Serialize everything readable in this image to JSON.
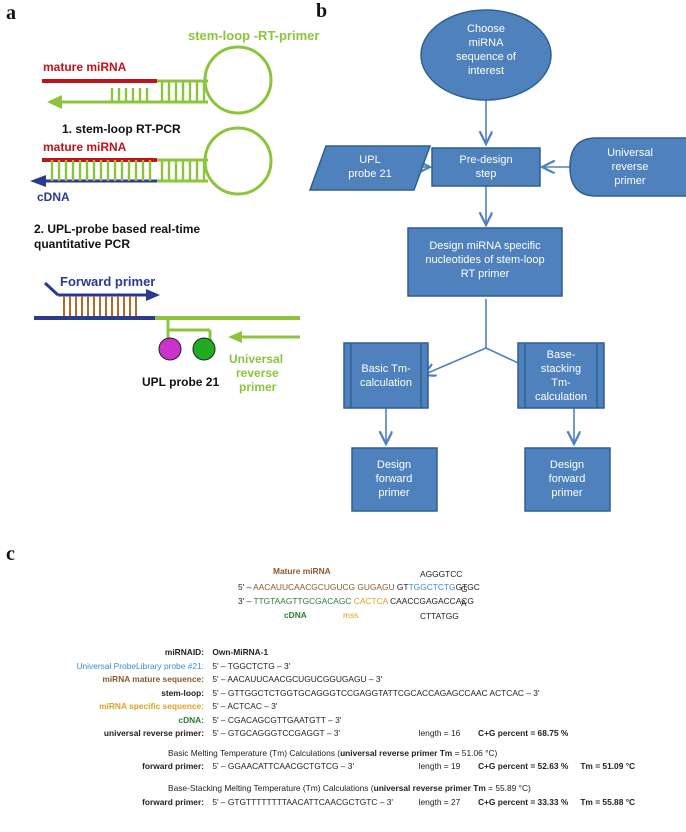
{
  "panels": {
    "a": "a",
    "b": "b",
    "c": "c"
  },
  "colors": {
    "red": "#c0141c",
    "green": "#8cc43c",
    "navy": "#2b3a8c",
    "flow_fill": "#4f81bd",
    "flow_stroke": "#2e5f93",
    "probe_pink": "#cc33cc",
    "probe_green": "#22aa22",
    "brown": "#8b5a2b",
    "blue_seq": "#3a8fd0",
    "orange_seq": "#e0a020",
    "dkgreen": "#2e7d32"
  },
  "panel_a": {
    "stem_loop_label": "stem-loop -RT-primer",
    "mature_mirna_1": "mature miRNA",
    "step1": "1. stem-loop RT-PCR",
    "mature_mirna_2": "mature miRNA",
    "cdna": "cDNA",
    "step2_line1": "2. UPL-probe based real-time",
    "step2_line2": "quantitative PCR",
    "forward_primer": "Forward primer",
    "upl_probe": "UPL probe 21",
    "universal_1": "Universal",
    "universal_2": "reverse",
    "universal_3": "primer"
  },
  "panel_b": {
    "start": [
      "Choose",
      "miRNA",
      "sequence of",
      "interest"
    ],
    "upl": [
      "UPL",
      "probe 21"
    ],
    "predesign": [
      "Pre-design",
      "step"
    ],
    "universal": [
      "Universal",
      "reverse",
      "primer"
    ],
    "design": [
      "Design  miRNA specific",
      "nucleotides of stem-loop",
      "RT primer"
    ],
    "basic": [
      "Basic Tm-",
      "calculation"
    ],
    "stacking": [
      "Base-",
      "stacking",
      "Tm-",
      "calculation"
    ],
    "fwd_left": [
      "Design",
      "forward",
      "primer"
    ],
    "fwd_right": [
      "Design",
      "forward",
      "primer"
    ]
  },
  "panel_c": {
    "diagram": {
      "mature_mirna": "Mature miRNA",
      "loop_top": "AGGGTCC",
      "loop_g": "G",
      "loop_a": "A",
      "loop_bottom": "CTTATGG",
      "prefix5": "5' –",
      "seq_top_brown": "AACAUUCAACGCUGUCG GUGAGU",
      "seq_top_mid": " GT",
      "seq_top_blue": "TGGCTCTG",
      "seq_top_end": "GTGC",
      "prefix3": "3' –",
      "seq_bot_green": "TTGTAAGTTGCGACAGC",
      "seq_bot_orange": "CACTCA",
      "seq_bot_end": "CAACCGAGACCACG",
      "cdna": "cDNA",
      "mss": "mss"
    },
    "info": {
      "mirna_id_key": "miRNAID:",
      "mirna_id_val": "Own-MiRNA-1",
      "upl_key": "Universal ProbeLibrary probe #21:",
      "upl_val": "5' –  TGGCTCTG  –  3'",
      "mature_key": "miRNA mature sequence:",
      "mature_val": "5' –  AACAUUCAACGCUGUCGGUGAGU  –  3'",
      "stemloop_key": "stem-loop:",
      "stemloop_val": "5' –  GTTGGCTCTGGTGCAGGGTCCGAGGTATTCGCACCAGAGCCAAC ACTCAC  –  3'",
      "mss_key": "miRNA specific sequence:",
      "mss_val": "5' –  ACTCAC  –  3'",
      "cdna_key": "cDNA:",
      "cdna_val": "5' –  CGACAGCGTTGAATGTT  –  3'",
      "urp_key": "universal reverse primer:",
      "urp_val": "5' –  GTGCAGGGTCCGAGGT  –  3'",
      "urp_len": "length = 16",
      "urp_cg": "C+G percent = 68.75 %",
      "basic_title_pre": "Basic Melting Temperature (Tm) Calculations (",
      "basic_title_bold": "universal reverse primer Tm",
      "basic_title_post": " = 51.06 °C)",
      "basic_key": "forward primer:",
      "basic_val": "5' –  GGAACATTCAACGCTGTCG  –  3'",
      "basic_len": "length = 19",
      "basic_cg": "C+G percent = 52.63 %",
      "basic_tm": "Tm = 51.09 °C",
      "stack_title_pre": "Base-Stacking Melting Temperature (Tm) Calculations (",
      "stack_title_bold": "universal reverse primer Tm",
      "stack_title_post": " = 55.89 °C)",
      "stack_key": "forward primer:",
      "stack_val": "5' –  GTGTTTTTTTTAACATTCAACGCTGTC  –  3'",
      "stack_len": "length = 27",
      "stack_cg": "C+G percent = 33.33 %",
      "stack_tm": "Tm = 55.88 °C"
    }
  }
}
